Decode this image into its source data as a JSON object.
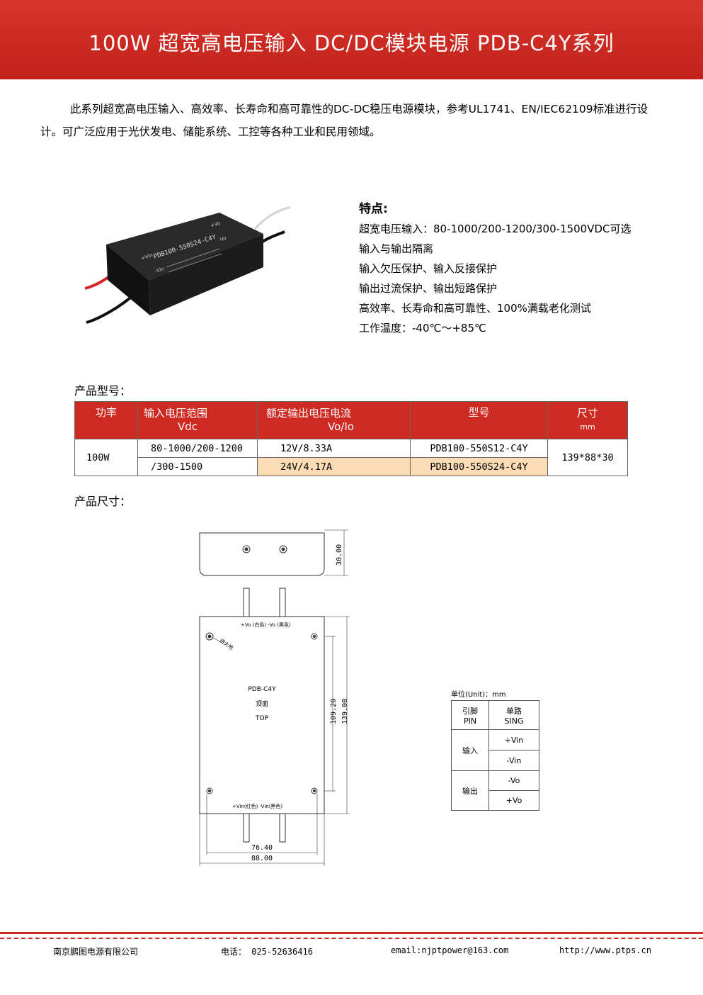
{
  "header": {
    "title": "100W 超宽高电压输入 DC/DC模块电源  PDB-C4Y系列"
  },
  "intro": "此系列超宽高电压输入、高效率、长寿命和高可靠性的DC-DC稳压电源模块，参考UL1741、EN/IEC62109标准进行设计。可广泛应用于光伏发电、储能系统、工控等各种工业和民用领域。",
  "product_photo": {
    "labels": {
      "model": "PDB100-550S24-C4Y",
      "plus_vin": "+Vin",
      "minus_vin": "-Vin",
      "plus_vo": "+Vo",
      "minus_vo": "-Vo"
    }
  },
  "features": {
    "title": "特点:",
    "items": [
      "超宽电压输入：80-1000/200-1200/300-1500VDC可选",
      "输入与输出隔离",
      "输入欠压保护、输入反接保护",
      "输出过流保护、输出短路保护",
      "高效率、长寿命和高可靠性、100%满载老化测试",
      "工作温度：-40℃～+85℃"
    ]
  },
  "models": {
    "label": "产品型号：",
    "headers": [
      {
        "line1": "功率",
        "line2": ""
      },
      {
        "line1": "输入电压范围",
        "line2": "Vdc"
      },
      {
        "line1": "额定输出电压电流",
        "line2": "Vo/Io"
      },
      {
        "line1": "型号",
        "line2": ""
      },
      {
        "line1": "尺寸",
        "line2": "mm"
      }
    ],
    "power": "100W",
    "input_range_line1": "80-1000/200-1200",
    "input_range_line2": "/300-1500",
    "rows": [
      {
        "output": "12V/8.33A",
        "model": "PDB100-550S12-C4Y"
      },
      {
        "output": "24V/4.17A",
        "model": "PDB100-550S24-C4Y"
      }
    ],
    "size": "139*88*30"
  },
  "dimensions": {
    "label": "产品尺寸：",
    "height": "30.00",
    "inner_length": "109.20",
    "length": "139.00",
    "inner_width": "76.40",
    "width": "88.00",
    "top_leads": "+Vo (白色) -Vo (黑色)",
    "bottom_leads": "+Vin(红色)  -Vin(黑色)",
    "ground": "接大地",
    "top_name": "PDB-C4Y",
    "top_cn": "顶面",
    "top_en": "TOP"
  },
  "pin_table": {
    "unit": "单位(Unit)：mm",
    "h1_cn": "引脚",
    "h1_en": "PIN",
    "h2_cn": "单路",
    "h2_en": "SING",
    "input": "输入",
    "in_p": "+Vin",
    "in_n": "-Vin",
    "output": "输出",
    "out_n": "-Vo",
    "out_p": "+Vo"
  },
  "footer": {
    "company": "南京鹏图电源有限公司",
    "phone": "电话： 025-52636416",
    "email": "email:njptpower@163.com",
    "url": "http://www.ptps.cn"
  }
}
